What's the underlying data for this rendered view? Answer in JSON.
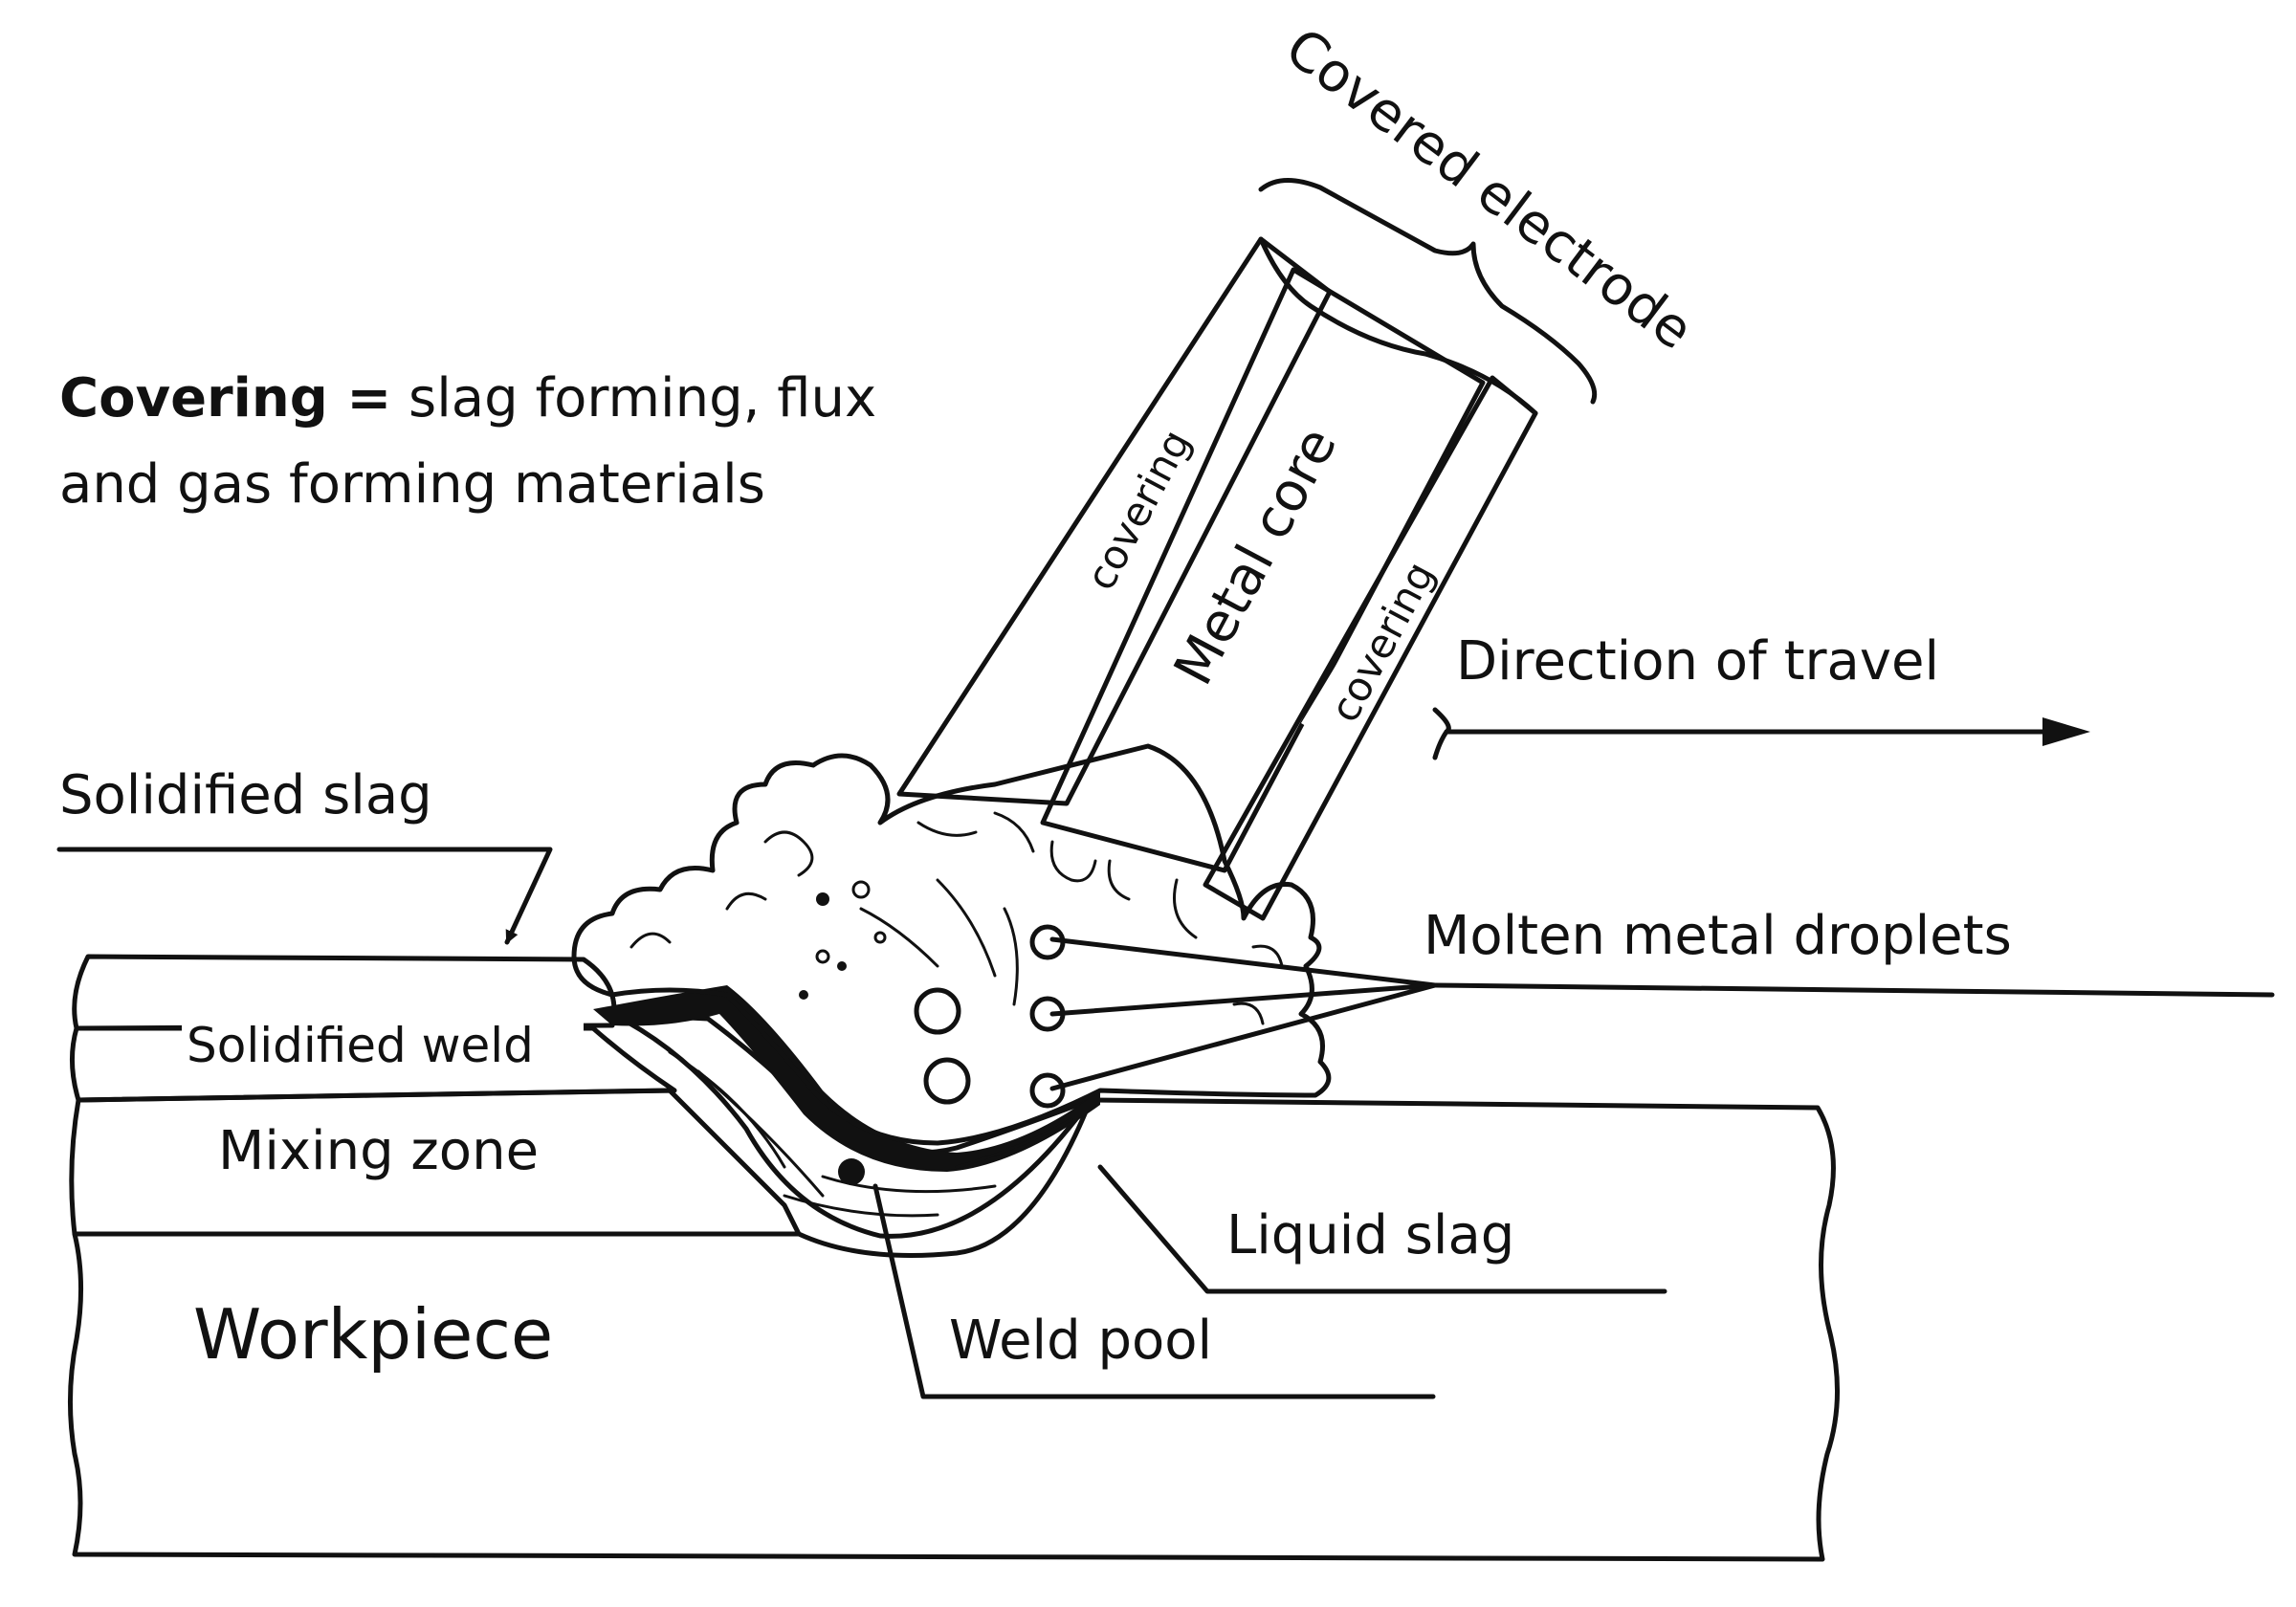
{
  "diagram": {
    "note": {
      "bold": "Covering =",
      "line1_rest": " slag forming, flux",
      "line2": "and gas forming materials"
    },
    "labels": {
      "covered_electrode": "Covered electrode",
      "covering_left": "covering",
      "metal_core": "Metal core",
      "covering_right": "covering",
      "direction_of_travel": "Direction of travel",
      "solidified_slag": "Solidified slag",
      "solidified_weld": "Solidified weld",
      "mixing_zone": "Mixing zone",
      "molten_metal_droplets": "Molten metal droplets",
      "liquid_slag": "Liquid slag",
      "weld_pool": "Weld pool",
      "workpiece": "Workpiece"
    }
  }
}
